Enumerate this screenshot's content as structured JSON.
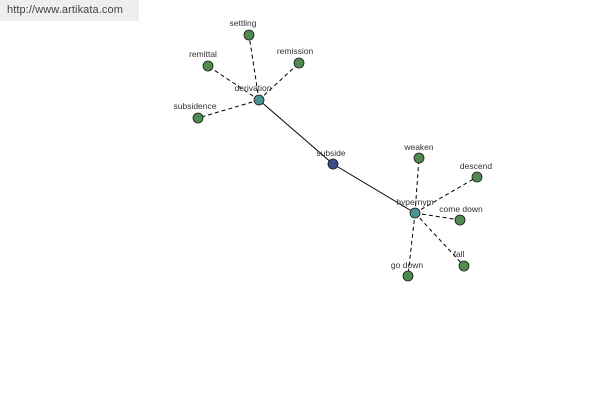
{
  "watermark": {
    "url": "http://www.artikata.com"
  },
  "colors": {
    "leaf_node": "#4f8a4f",
    "hub_node": "#4a9494",
    "center_node": "#3a4a8a",
    "solid_edge": "#000000",
    "dashed_edge": "#000000",
    "label": "#333333"
  },
  "graph": {
    "center": {
      "id": "subside",
      "label": "subside"
    },
    "hubs": [
      {
        "id": "derivation",
        "label": "derivation",
        "leaves": [
          {
            "id": "settling",
            "label": "settling"
          },
          {
            "id": "remittal",
            "label": "remittal"
          },
          {
            "id": "remission",
            "label": "remission"
          },
          {
            "id": "subsidence",
            "label": "subsidence"
          }
        ]
      },
      {
        "id": "hypernym",
        "label": "hypernym",
        "leaves": [
          {
            "id": "weaken",
            "label": "weaken"
          },
          {
            "id": "descend",
            "label": "descend"
          },
          {
            "id": "come-down",
            "label": "come down"
          },
          {
            "id": "fall",
            "label": "fall"
          },
          {
            "id": "go-down",
            "label": "go down"
          }
        ]
      }
    ]
  }
}
